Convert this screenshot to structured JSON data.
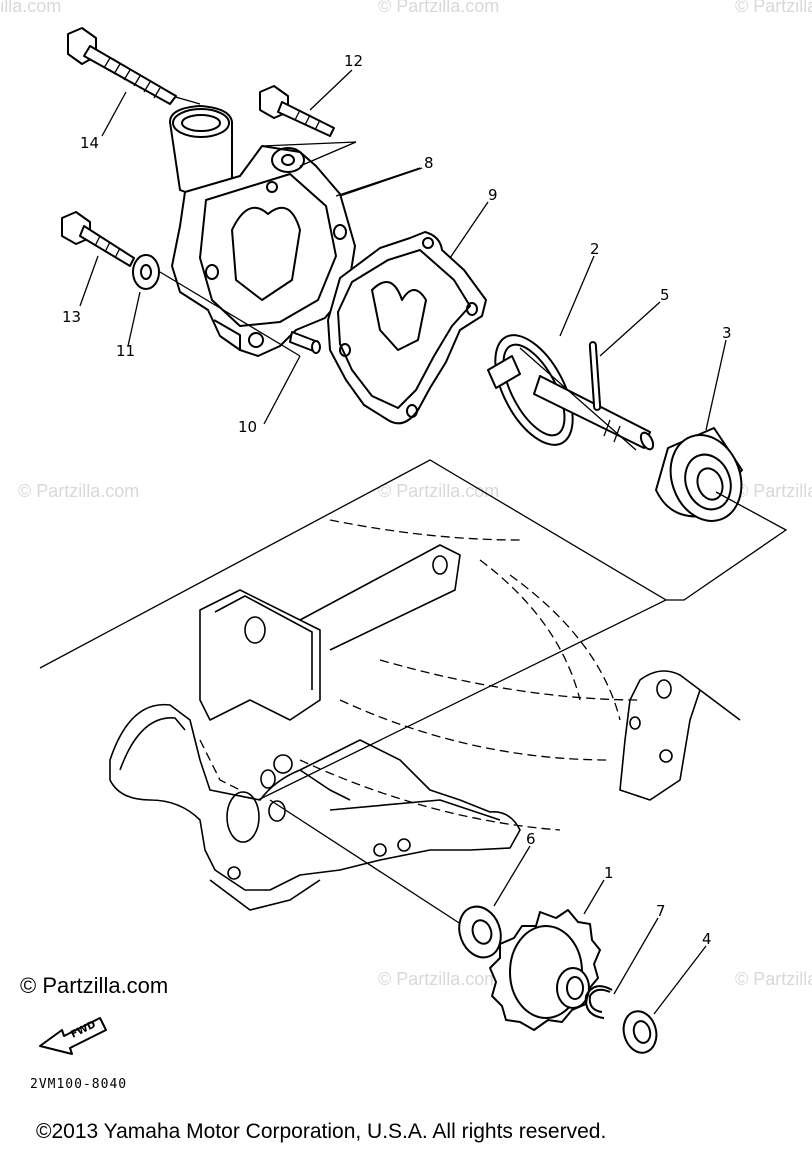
{
  "watermark_text": "© Partzilla.com",
  "brand": "© Partzilla.com",
  "diagram_code": "2VM100-8040",
  "copyright": "©2013 Yamaha Motor Corporation, U.S.A. All rights reserved.",
  "fwd_label": "FWD",
  "callouts": [
    "1",
    "2",
    "3",
    "4",
    "5",
    "6",
    "7",
    "8",
    "9",
    "10",
    "11",
    "12",
    "13",
    "14"
  ]
}
